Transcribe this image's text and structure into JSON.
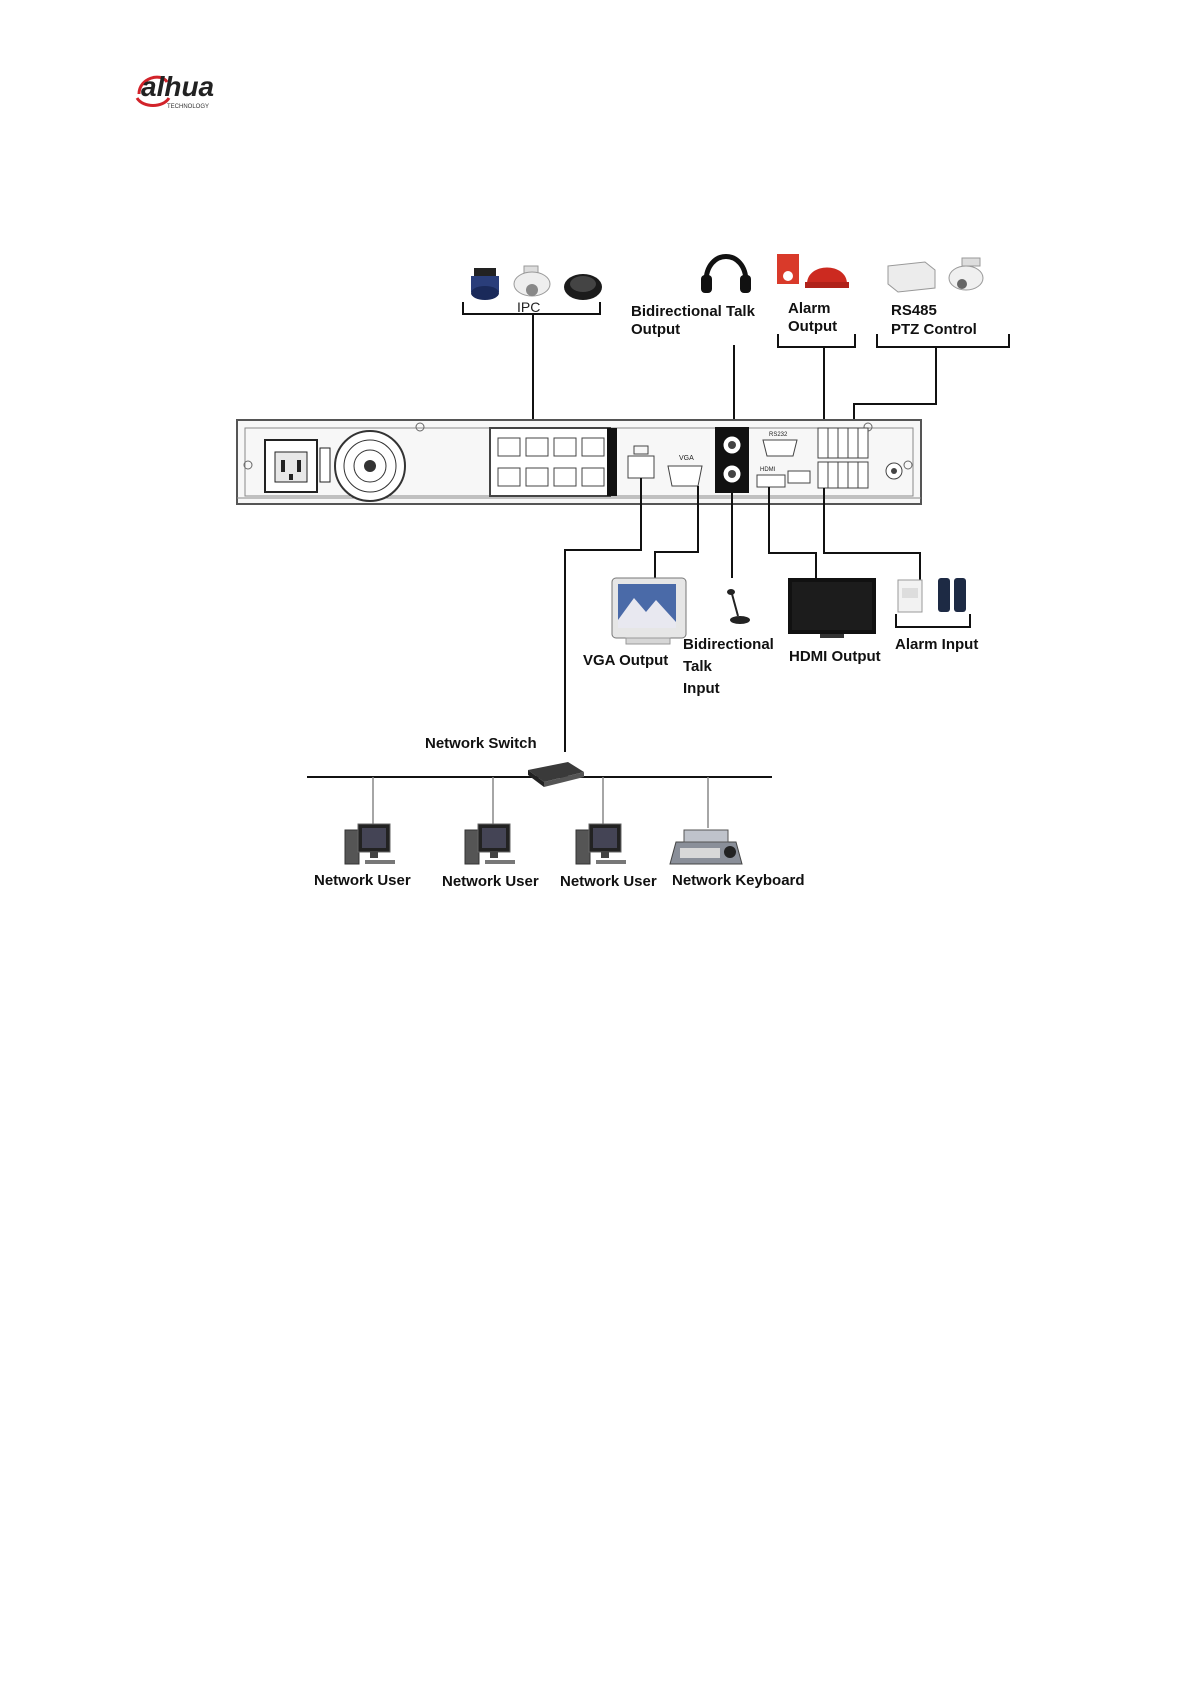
{
  "logo": {
    "brand": "alhua",
    "tagline": "TECHNOLOGY"
  },
  "labels": {
    "ipc": "IPC",
    "talk_output_1": "Bidirectional Talk",
    "talk_output_2": "Output",
    "alarm_output_1": "Alarm",
    "alarm_output_2": "Output",
    "rs485_1": "RS485",
    "rs485_2": "PTZ Control",
    "vga_output": "VGA Output",
    "talk_input_1": "Bidirectional",
    "talk_input_2": "Talk",
    "talk_input_3": "Input",
    "hdmi_output": "HDMI Output",
    "alarm_input": "Alarm Input",
    "network_switch": "Network Switch",
    "network_user_1": "Network User",
    "network_user_2": "Network User",
    "network_user_3": "Network User",
    "network_keyboard": "Network Keyboard",
    "port_vga": "VGA",
    "port_rs232": "RS232",
    "port_hdmi": "HDMI"
  }
}
